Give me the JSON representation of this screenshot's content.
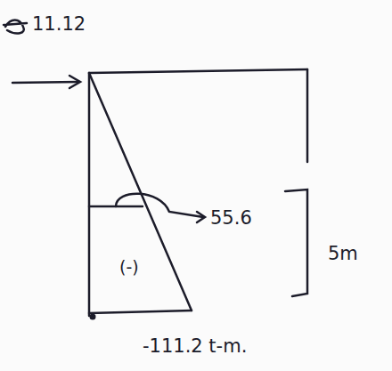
{
  "diagram": {
    "labels": [
      "11.12",
      "55.6",
      "(-)",
      "5m",
      "-111.2 t-m."
    ]
  }
}
